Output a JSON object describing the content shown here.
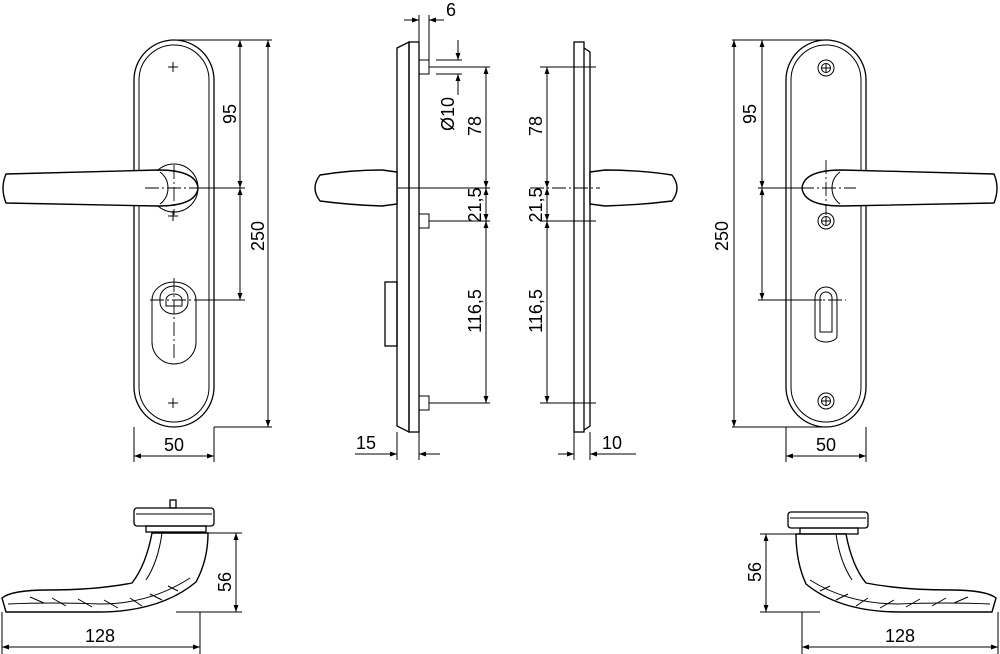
{
  "dimensions": {
    "front_left": {
      "height_total": "250",
      "to_lever": "95",
      "width": "50"
    },
    "side_left": {
      "pin": "6",
      "pin_dia": "Ø10",
      "upper": "78",
      "mid": "21,5",
      "lower": "116,5",
      "thickness": "15"
    },
    "side_right": {
      "upper": "78",
      "mid": "21,5",
      "lower": "116,5",
      "thickness": "10"
    },
    "front_right": {
      "height_total": "250",
      "to_lever": "95",
      "width": "50"
    },
    "top_left": {
      "height": "56",
      "length": "128"
    },
    "top_right": {
      "height": "56",
      "length": "128"
    }
  }
}
